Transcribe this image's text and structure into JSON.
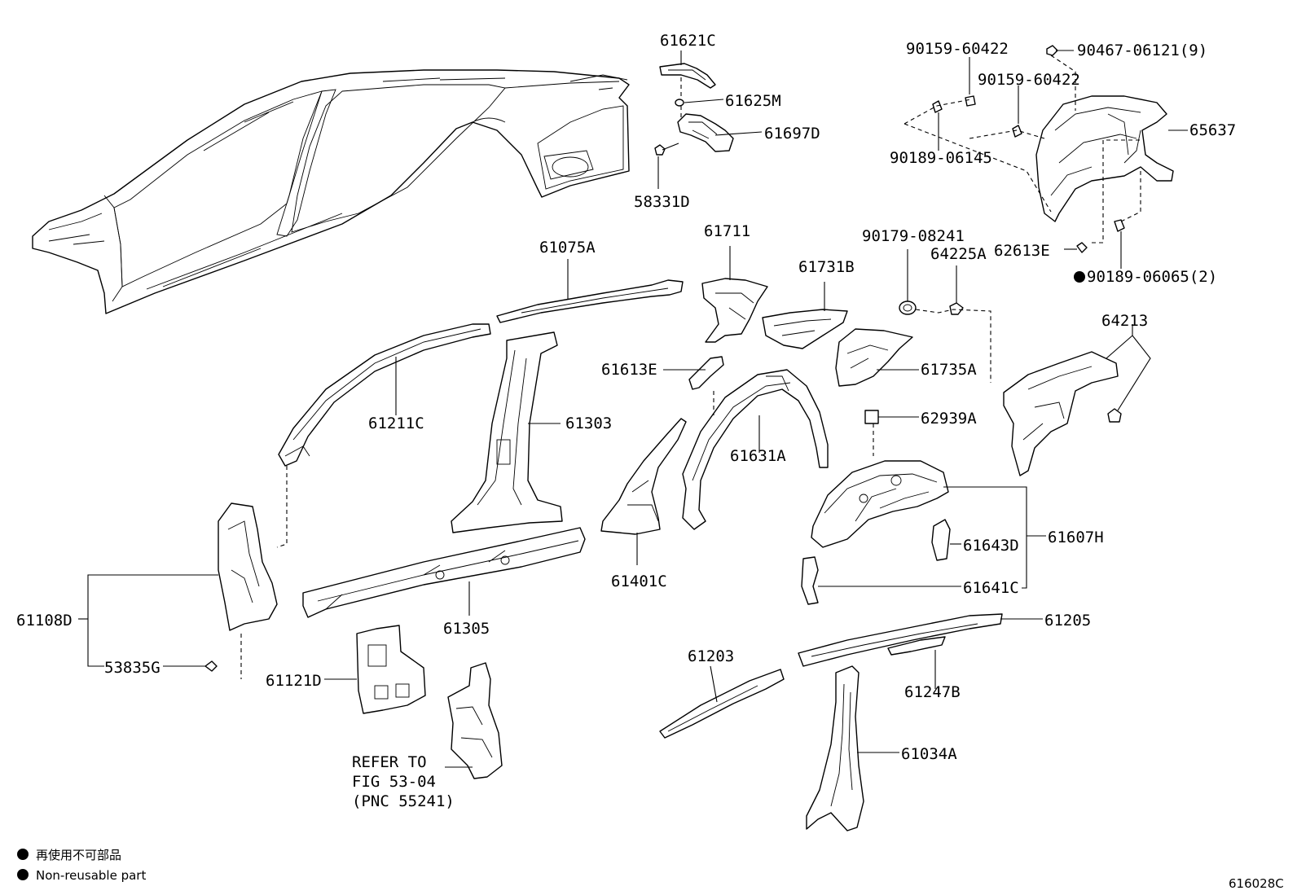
{
  "figure_id": "616028C",
  "legend": {
    "jp": "再使用不可部品",
    "en": "Non-reusable part"
  },
  "refer_note": {
    "line1": "REFER TO",
    "line2": "FIG 53-04",
    "line3": "(PNC 55241)"
  },
  "labels": {
    "p61621C": "61621C",
    "p61625M": "61625M",
    "p61697D": "61697D",
    "p58331D": "58331D",
    "p90159a": "90159-60422",
    "p90159b": "90159-60422",
    "p90467": "90467-06121(9)",
    "p90189_06145": "90189-06145",
    "p65637": "65637",
    "p62613E": "62613E",
    "p90189_06065": "90189-06065(2)",
    "p61075A": "61075A",
    "p61711": "61711",
    "p61731B": "61731B",
    "p90179": "90179-08241",
    "p64225A": "64225A",
    "p64213": "64213",
    "p61613E": "61613E",
    "p61735A": "61735A",
    "p61211C": "61211C",
    "p61303": "61303",
    "p62939A": "62939A",
    "p61631A": "61631A",
    "p61607H": "61607H",
    "p61643D": "61643D",
    "p61641C": "61641C",
    "p61108D": "61108D",
    "p53835G": "53835G",
    "p61305": "61305",
    "p61401C": "61401C",
    "p61121D": "61121D",
    "p61203": "61203",
    "p61205": "61205",
    "p61247B": "61247B",
    "p61034A": "61034A"
  }
}
